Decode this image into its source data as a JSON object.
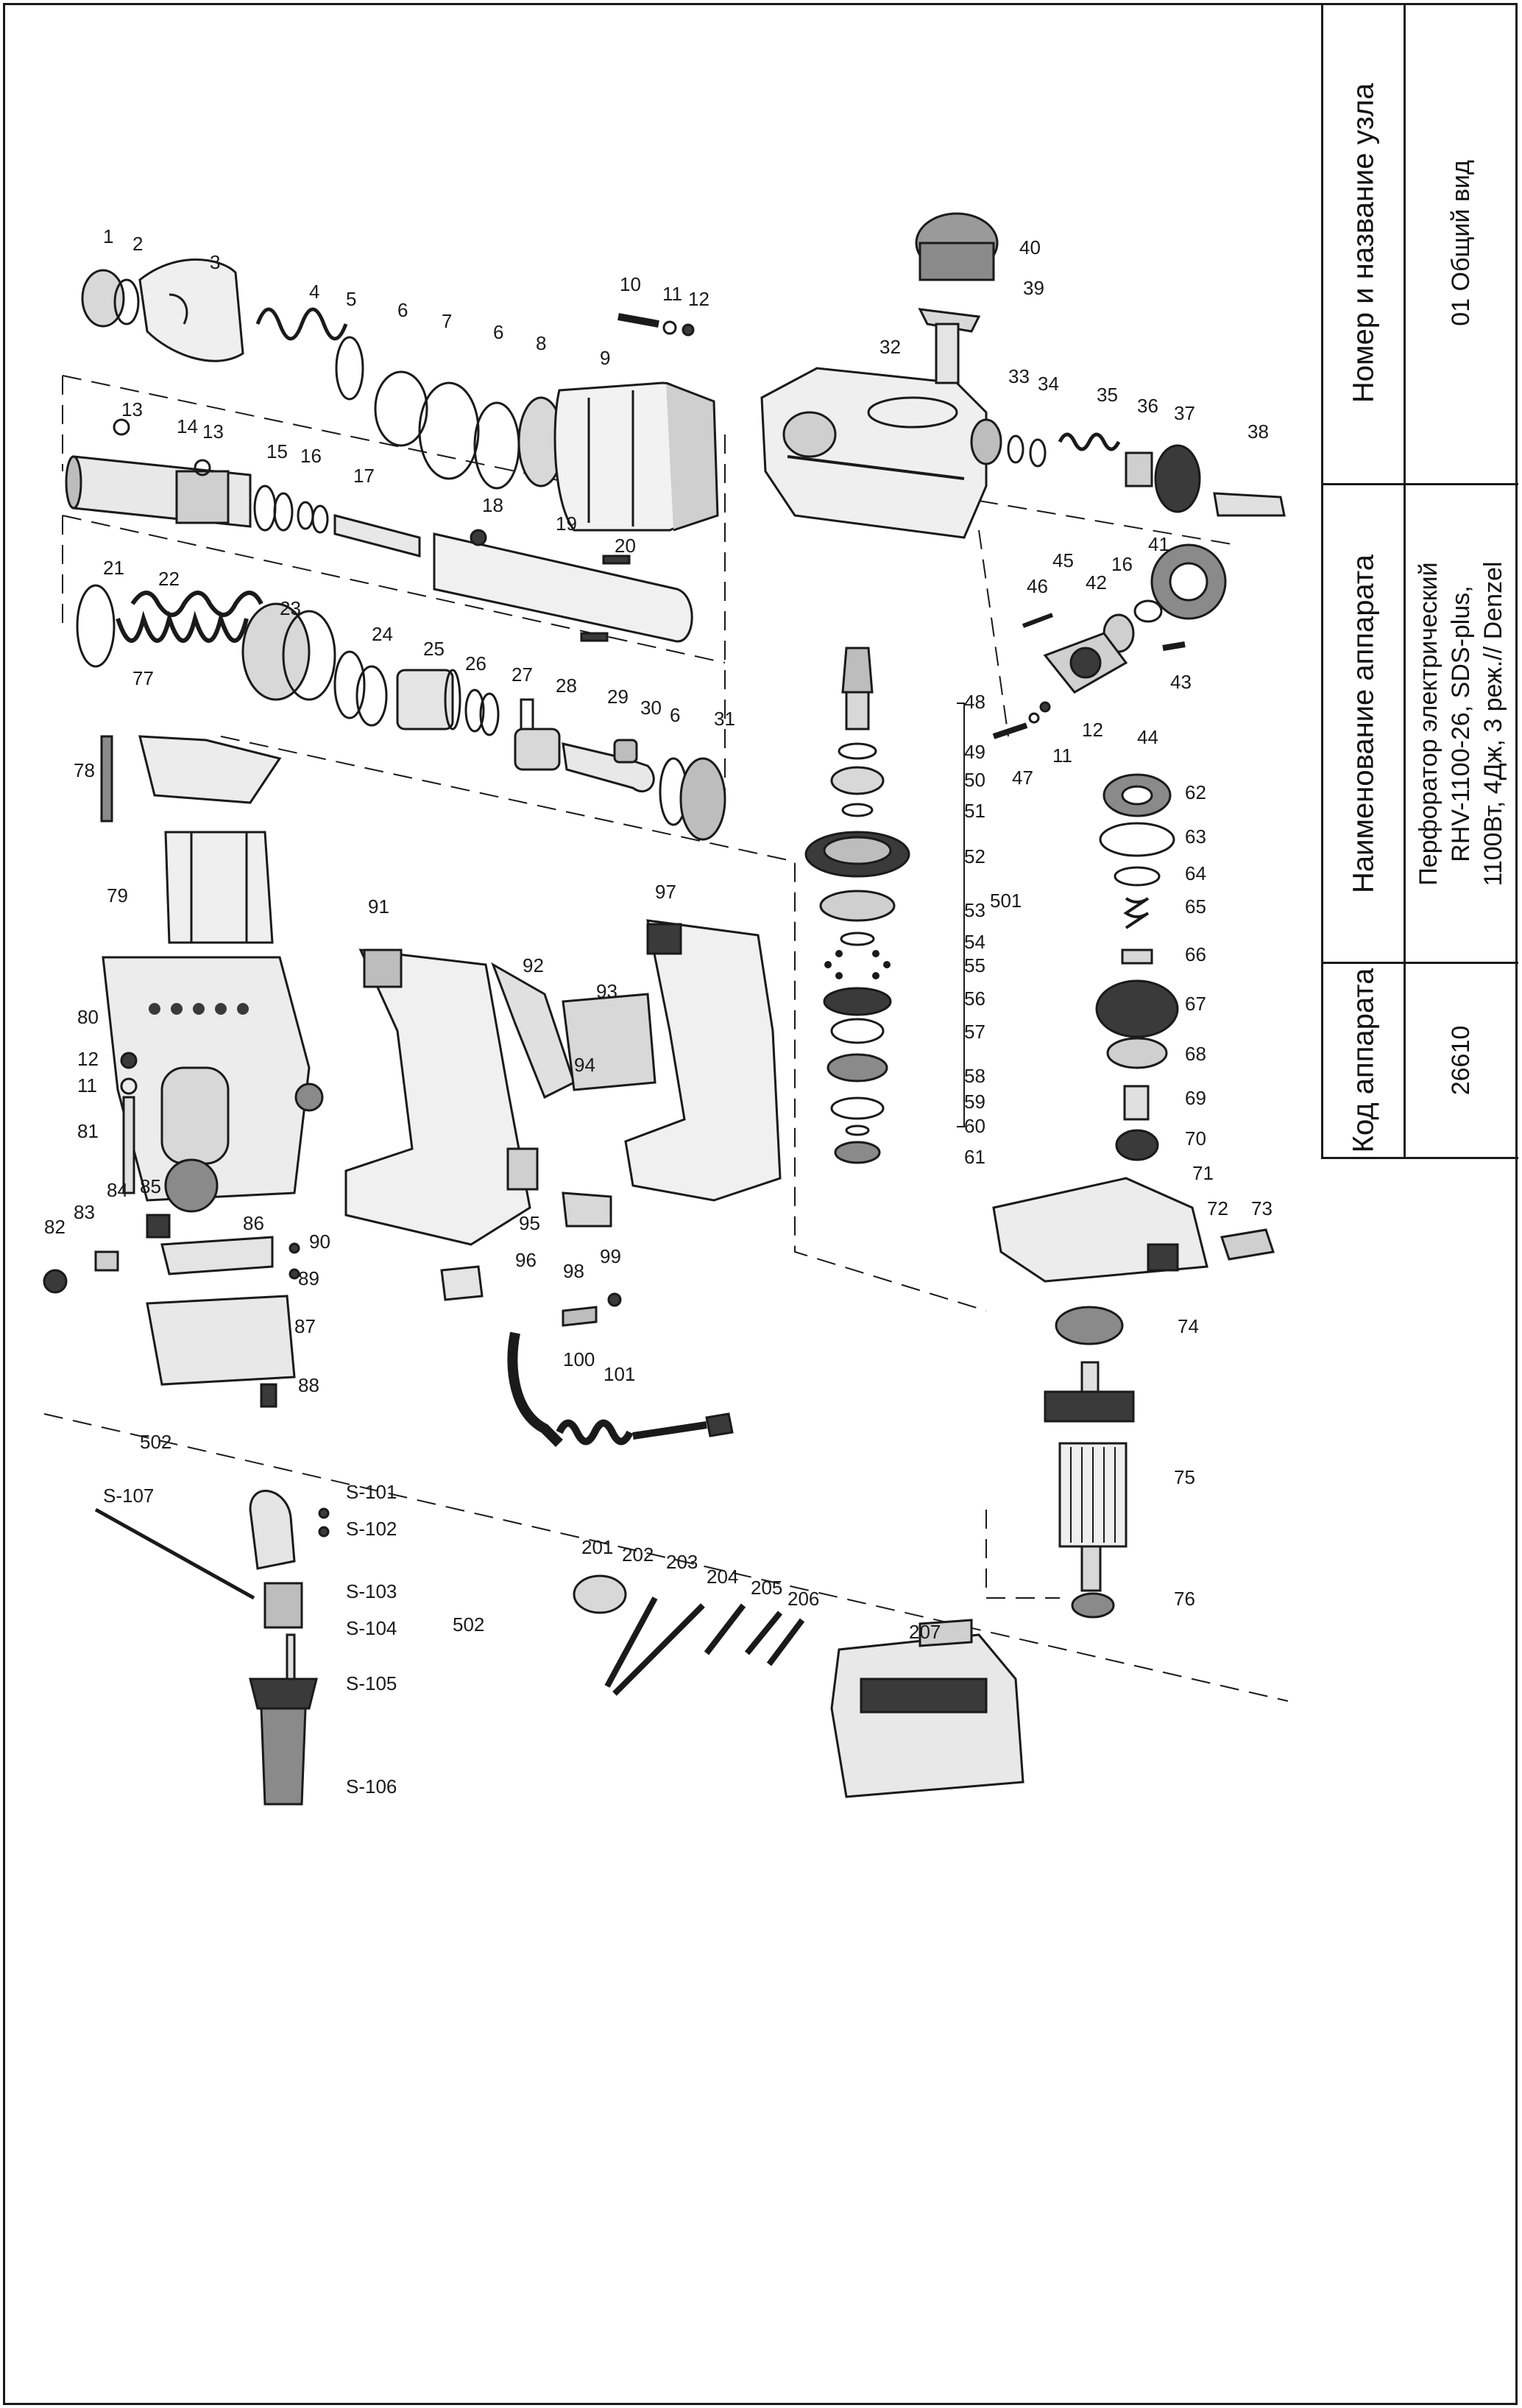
{
  "title_block": {
    "code_header": "Код аппарата",
    "code_value": "26610",
    "name_header": "Наименование аппарата",
    "name_value_lines": [
      "Перфоратор электрический",
      "RHV-1100-26, SDS-plus,",
      "1100Вт, 4Дж, 3 реж.// Denzel"
    ],
    "node_header": "Номер и название узла",
    "node_value": "01 Общий вид"
  },
  "assemblies": {
    "gear_assembly": "501",
    "handle_assembly": "502"
  },
  "part_numbers": [
    "1",
    "2",
    "3",
    "4",
    "5",
    "6",
    "7",
    "6",
    "8",
    "9",
    "10",
    "11",
    "12",
    "13",
    "14",
    "13",
    "15",
    "16",
    "17",
    "18",
    "19",
    "20",
    "21",
    "22",
    "23",
    "24",
    "25",
    "26",
    "27",
    "28",
    "29",
    "30",
    "6",
    "31",
    "32",
    "33",
    "34",
    "35",
    "36",
    "37",
    "38",
    "39",
    "40",
    "41",
    "16",
    "42",
    "45",
    "46",
    "43",
    "12",
    "11",
    "44",
    "47",
    "48",
    "49",
    "50",
    "51",
    "52",
    "53",
    "54",
    "55",
    "56",
    "57",
    "58",
    "59",
    "60",
    "61",
    "62",
    "63",
    "64",
    "65",
    "66",
    "67",
    "68",
    "69",
    "70",
    "71",
    "72",
    "73",
    "74",
    "75",
    "76",
    "77",
    "78",
    "79",
    "80",
    "12",
    "11",
    "81",
    "82",
    "83",
    "84",
    "85",
    "86",
    "90",
    "89",
    "87",
    "88",
    "91",
    "92",
    "93",
    "94",
    "95",
    "96",
    "97",
    "98",
    "99",
    "100",
    "101",
    "201",
    "202",
    "203",
    "204",
    "205",
    "206",
    "207",
    "502",
    "S-107",
    "S-101",
    "S-102",
    "S-103",
    "S-104",
    "S-105",
    "S-106",
    "502"
  ],
  "colors": {
    "line": "#1a1a1a",
    "fill_dark": "#3a3a3a",
    "fill_mid": "#8a8a8a",
    "fill_light": "#d8d8d8"
  }
}
